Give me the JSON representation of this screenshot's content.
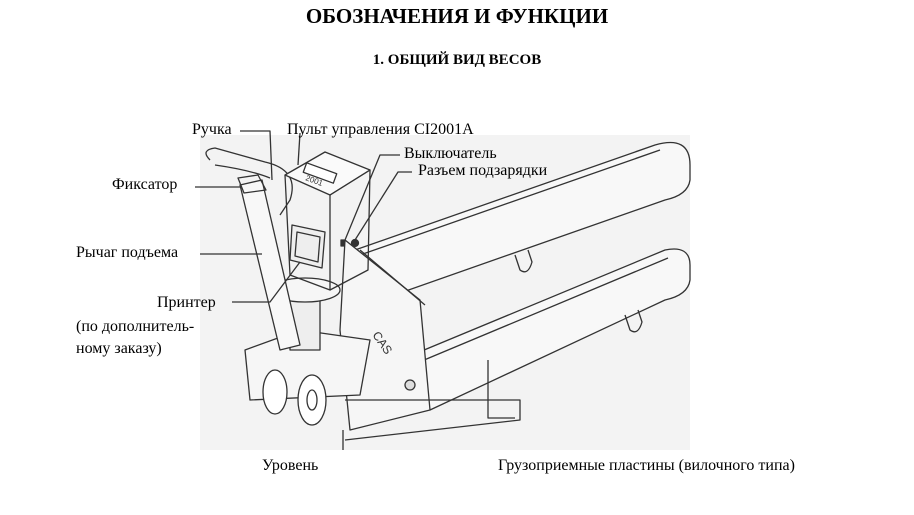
{
  "title": "ОБОЗНАЧЕНИЯ И ФУНКЦИИ",
  "subtitle": "1. ОБЩИЙ ВИД ВЕСОВ",
  "labels": {
    "handle": "Ручка",
    "control_panel": "Пульт управления CI2001A",
    "switch": "Выключатель",
    "charging_port": "Разъем подзарядки",
    "lock": "Фиксатор",
    "lift_lever": "Рычаг подъема",
    "printer": "Принтер",
    "printer_note_1": "(по дополнитель-",
    "printer_note_2": "ному заказу)",
    "level": "Уровень",
    "forks": "Грузоприемные пластины (вилочного типа)"
  },
  "drawing": {
    "brand": "CAS",
    "display": "2001"
  }
}
